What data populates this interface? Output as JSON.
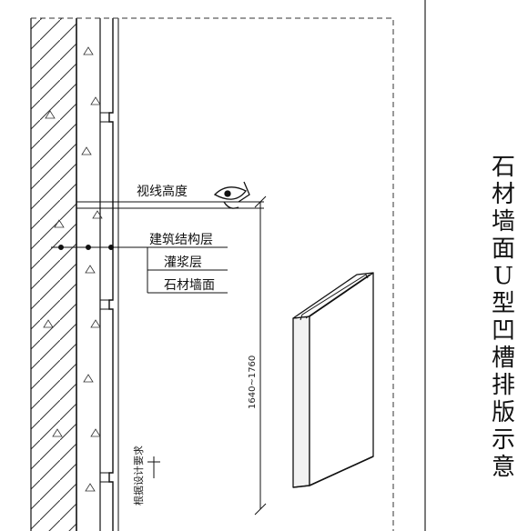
{
  "title_chars": [
    "石",
    "材",
    "墙",
    "面",
    "U",
    "型",
    "凹",
    "槽",
    "排",
    "版",
    "示",
    "意"
  ],
  "labels": {
    "sight_height": "视线高度",
    "structure_layer": "建筑结构层",
    "grout_layer": "灌浆层",
    "stone_wall": "石材墙面"
  },
  "dimension": "1640~1760",
  "note": "根据设计要求",
  "colors": {
    "line": "#111111",
    "hatch": "#333333"
  }
}
